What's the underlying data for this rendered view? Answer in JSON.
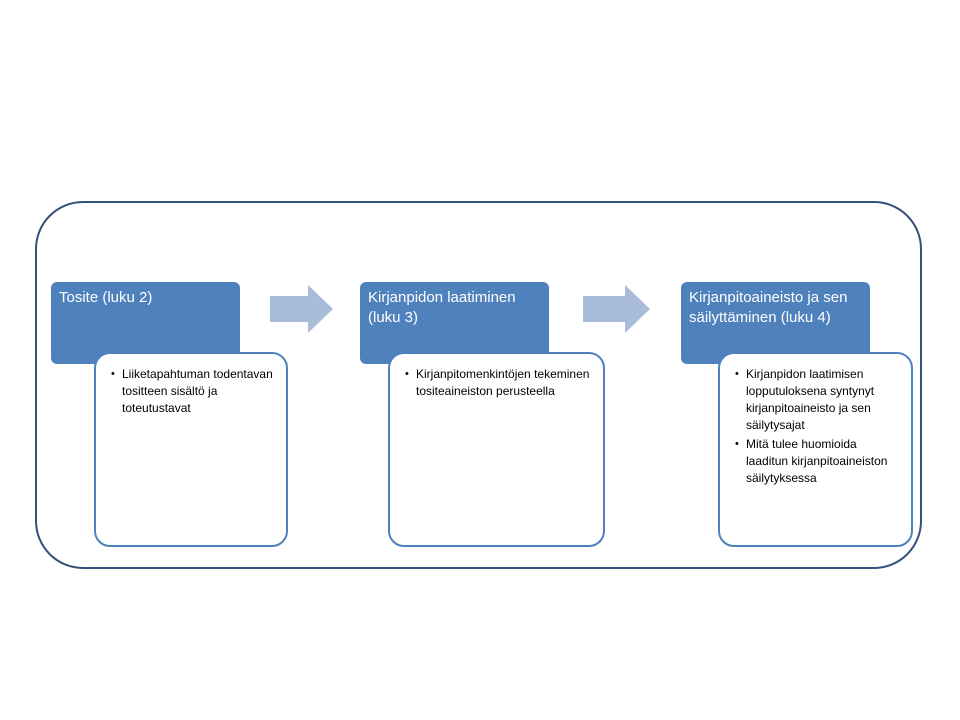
{
  "colors": {
    "frame_border": "#34507c",
    "header_fill": "#4f81bd",
    "detail_border": "#4f81bd",
    "arrow_fill": "#a9bcd9"
  },
  "steps": [
    {
      "title": "Tosite (luku 2)",
      "bullets": [
        "Liiketapahtuman todentavan tositteen sisältö ja toteutustavat"
      ]
    },
    {
      "title": "Kirjanpidon laatiminen (luku 3)",
      "bullets": [
        "Kirjanpitomenkintöjen tekeminen tositeaineiston perusteella"
      ]
    },
    {
      "title": "Kirjanpitoaineisto ja sen säilyttäminen (luku 4)",
      "bullets": [
        "Kirjanpidon laatimisen lopputuloksena syntynyt kirjanpitoaineisto ja sen säilytysajat",
        "Mitä tulee huomioida laaditun kirjanpitoaineiston säilytyksessa"
      ]
    }
  ]
}
